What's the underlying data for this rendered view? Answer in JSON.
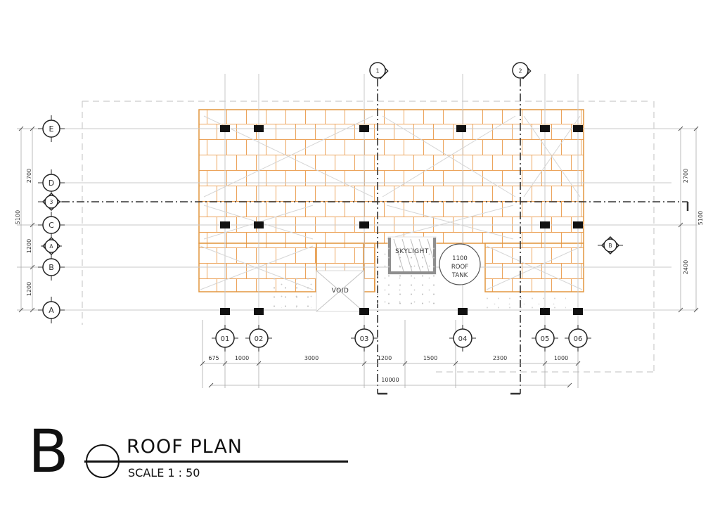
{
  "title_block": {
    "sheet_letter": "B",
    "title": "ROOF PLAN",
    "scale": "SCALE 1 : 50"
  },
  "labels": {
    "skylight": "SKYLIGHT",
    "void": "VOID",
    "tank_line1": "1100",
    "tank_line2": "ROOF",
    "tank_line3": "TANK"
  },
  "grid": {
    "rows": [
      {
        "label": "E"
      },
      {
        "label": "D"
      },
      {
        "label": "C"
      },
      {
        "label": "B"
      },
      {
        "label": "A"
      }
    ],
    "cols": [
      {
        "label": "01"
      },
      {
        "label": "02"
      },
      {
        "label": "03"
      },
      {
        "label": "04"
      },
      {
        "label": "05"
      },
      {
        "label": "06"
      }
    ]
  },
  "markers": {
    "top": [
      {
        "label": "1"
      },
      {
        "label": "2"
      }
    ],
    "left_section": "3",
    "left_diamond": "A",
    "right_diamond": "B"
  },
  "dimensions": {
    "left": [
      "2700",
      "1200",
      "1200"
    ],
    "left_total": "5100",
    "right": [
      "2700",
      "2400"
    ],
    "right_total": "5100",
    "bottom": [
      "675",
      "1000",
      "3000",
      "1200",
      "1500",
      "2300",
      "1000"
    ],
    "bottom_total": "10000"
  },
  "colors": {
    "brick_line": "#eca45c",
    "brick_border": "#e2953f",
    "grid_line": "#c9c9c9",
    "section_line": "#333333",
    "column": "#111111"
  }
}
